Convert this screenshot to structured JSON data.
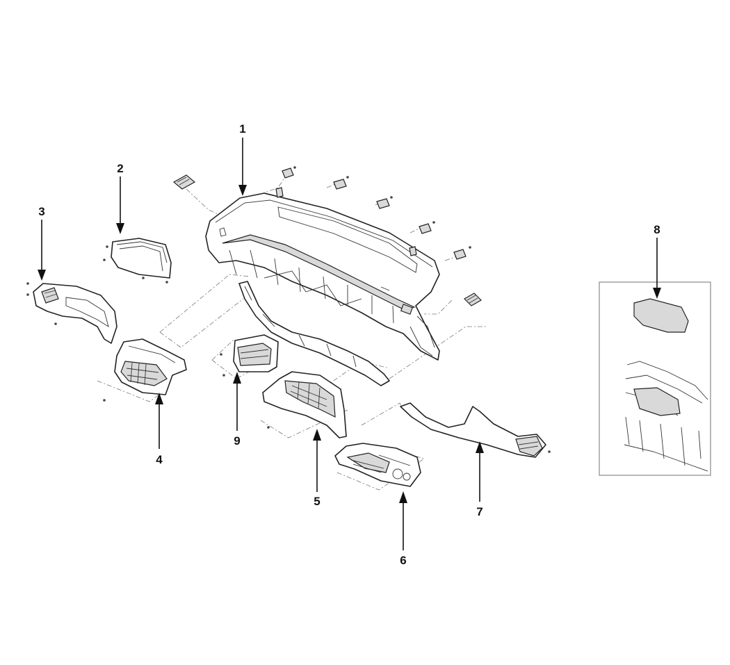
{
  "callouts": [
    {
      "id": "1",
      "label": "1"
    },
    {
      "id": "2",
      "label": "2"
    },
    {
      "id": "3",
      "label": "3"
    },
    {
      "id": "4",
      "label": "4"
    },
    {
      "id": "5",
      "label": "5"
    },
    {
      "id": "6",
      "label": "6"
    },
    {
      "id": "7",
      "label": "7"
    },
    {
      "id": "8",
      "label": "8"
    },
    {
      "id": "9",
      "label": "9"
    }
  ],
  "colors": {
    "line": "#222222",
    "background": "#ffffff",
    "shade": "#d9d9d9",
    "dashed_guides": "#777777"
  }
}
